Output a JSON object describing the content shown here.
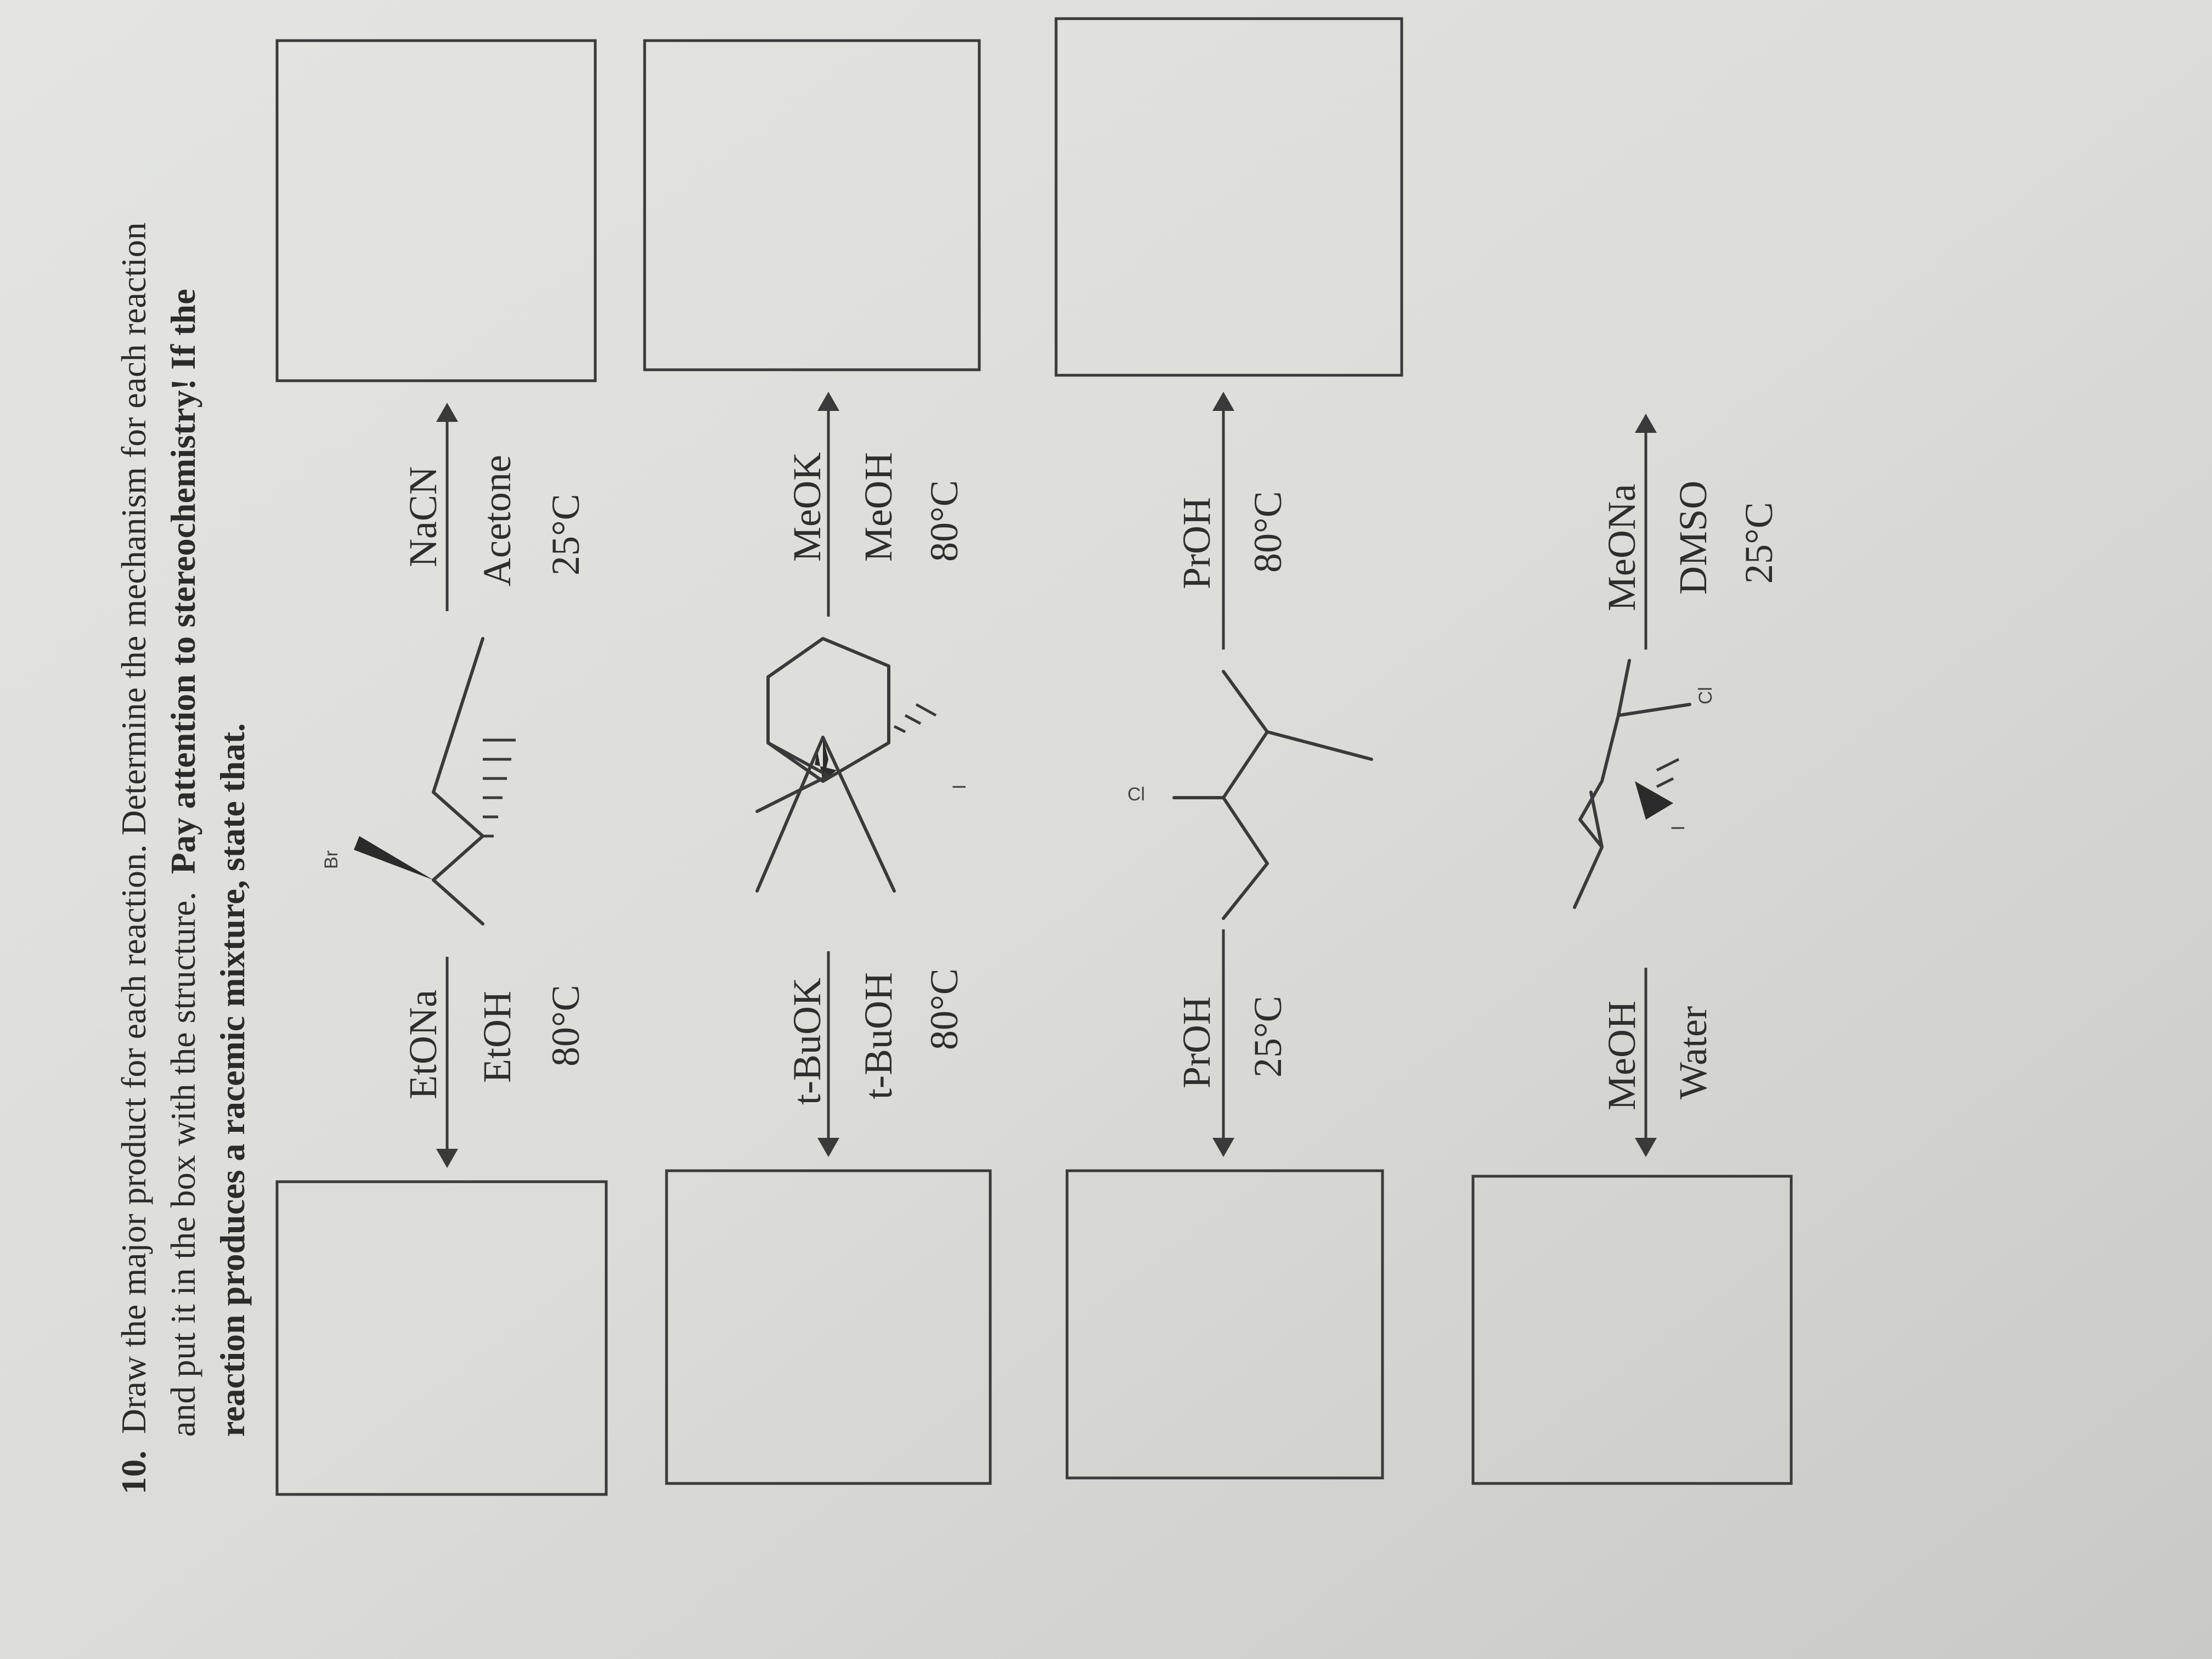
{
  "question": {
    "number": "10.",
    "line1": "Draw the major product for each reaction. Determine the mechanism for each reaction",
    "line2": "and put it in the box with the structure.",
    "line2_bold": "Pay attention to stereochemistry! If the",
    "line3": "reaction produces a racemic mixture, state that."
  },
  "reactions": [
    {
      "substrate_atom": "Br",
      "left": {
        "reagent": "EtONa",
        "solvent": "EtOH",
        "temp": "80°C"
      },
      "right": {
        "reagent": "NaCN",
        "solvent": "Acetone",
        "temp": "25°C"
      }
    },
    {
      "substrate_atom": "I",
      "left": {
        "reagent": "t-BuOK",
        "solvent": "t-BuOH",
        "temp": "80°C"
      },
      "right": {
        "reagent": "MeOK",
        "solvent": "MeOH",
        "temp": "80°C"
      }
    },
    {
      "substrate_atom": "Cl",
      "left": {
        "reagent": "PrOH",
        "temp": "25°C"
      },
      "right": {
        "reagent": "PrOH",
        "temp": "80°C"
      }
    },
    {
      "substrate_atom_1": "I",
      "substrate_atom_2": "Cl",
      "left": {
        "reagent": "MeOH",
        "solvent": "Water"
      },
      "right": {
        "reagent": "MeONa",
        "solvent": "DMSO",
        "temp": "25°C"
      }
    }
  ]
}
